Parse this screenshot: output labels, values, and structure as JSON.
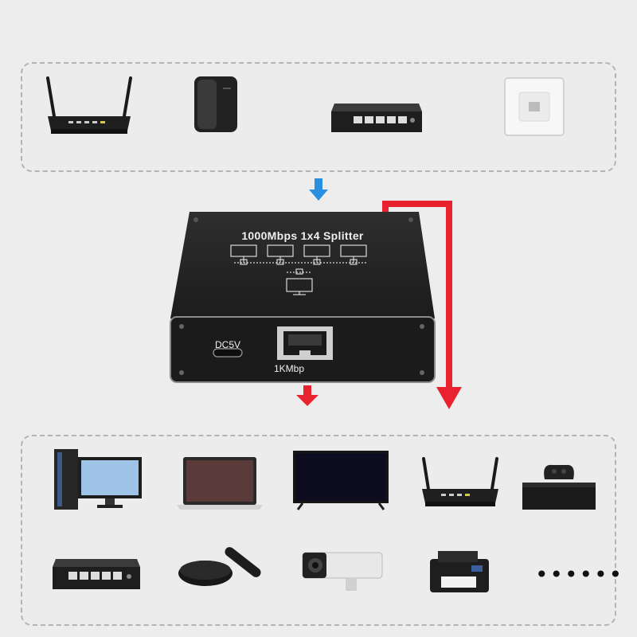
{
  "product": {
    "title": "1000Mbps 1x4 Splitter",
    "dc_label": "DC5V",
    "port_label": "1KMbp"
  },
  "top_devices": [
    "router-icon",
    "modem-icon",
    "switch-icon",
    "wall-socket-icon"
  ],
  "bottom_devices": [
    "desktop-pc-icon",
    "laptop-icon",
    "tv-icon",
    "router-icon",
    "game-console-icon",
    "switch-icon",
    "tv-box-icon",
    "security-camera-icon",
    "printer-icon"
  ],
  "more_indicator": "••••••",
  "colors": {
    "input_arrow": "#2a8fe0",
    "output_arrow": "#e8232f",
    "device_body": "#2b2b2b",
    "background": "#ededed"
  }
}
